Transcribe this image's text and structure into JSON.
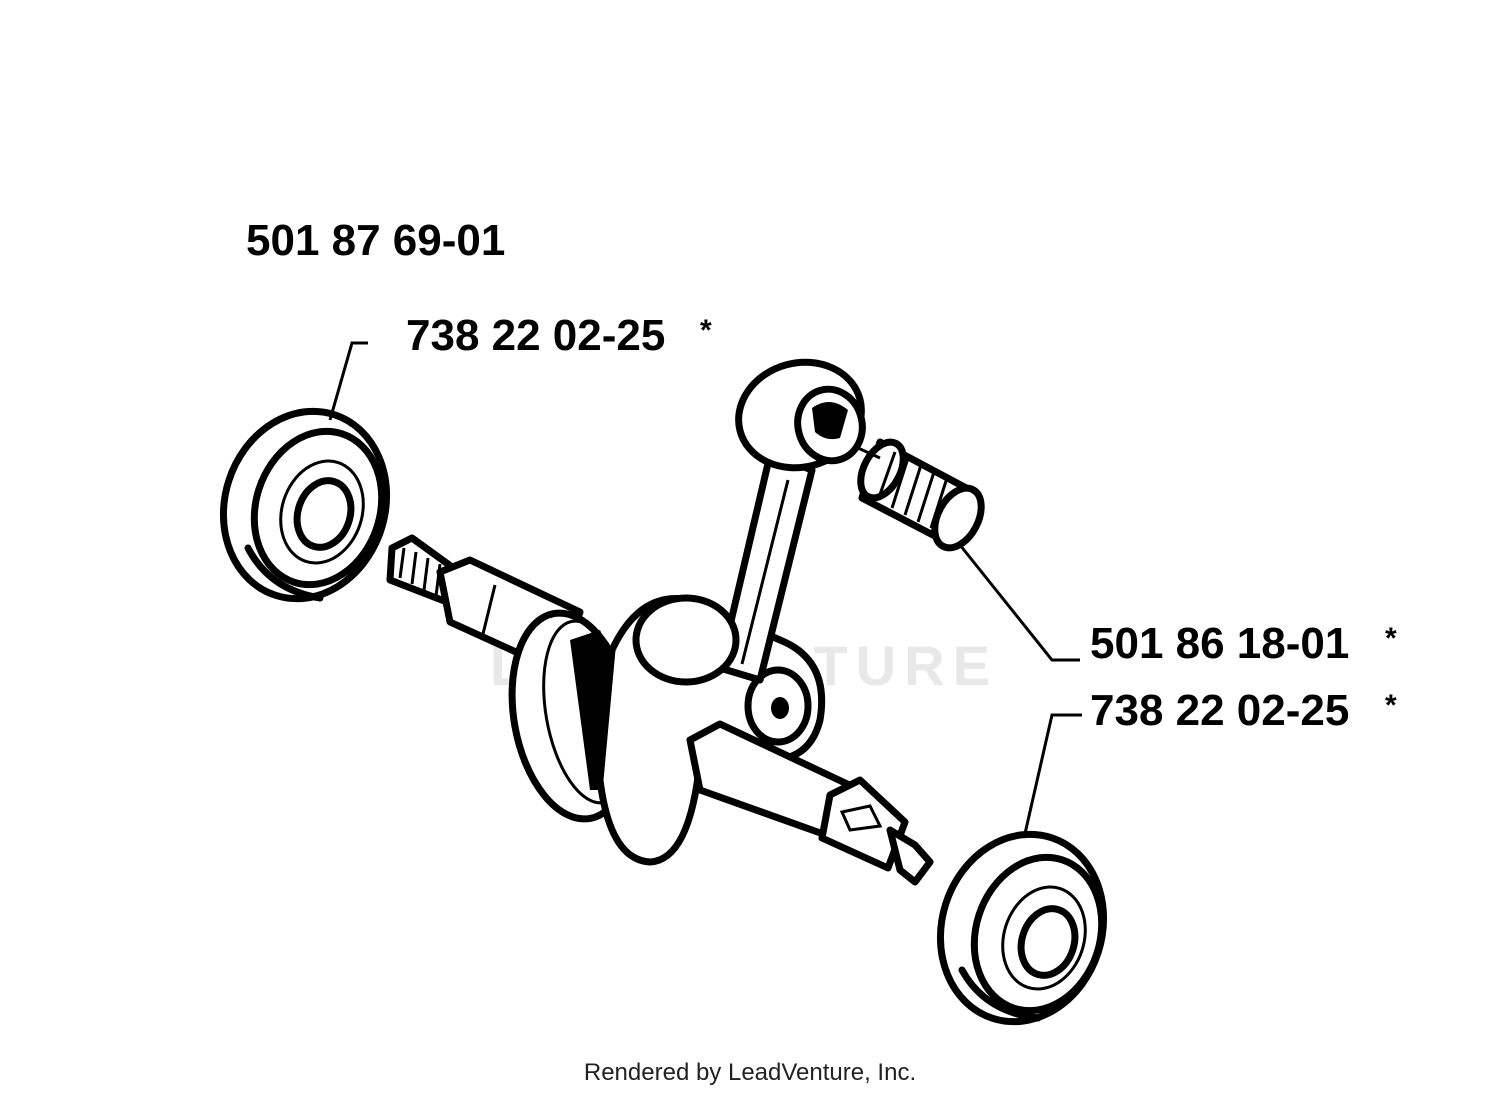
{
  "labels": {
    "crankshaft_assy": "501 87 69-01",
    "bearing_top": "738 22 02-25",
    "bearing_top_mark": "*",
    "needle_bearing": "501 86 18-01",
    "needle_bearing_mark": "*",
    "bearing_bottom": "738 22 02-25",
    "bearing_bottom_mark": "*"
  },
  "watermark": "LEADVENTURE",
  "footer": "Rendered by LeadVenture, Inc."
}
